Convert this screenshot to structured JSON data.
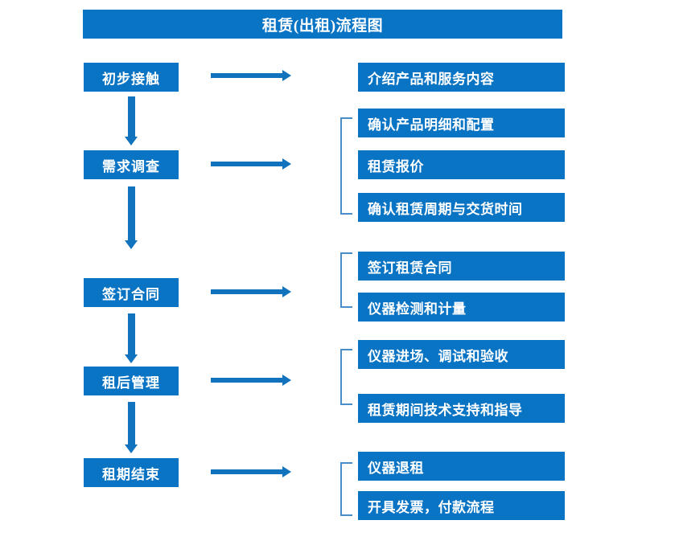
{
  "diagram": {
    "title": "租赁(出租)流程图",
    "accent_color": "#0a74c4",
    "arrow_color": "#1173bd",
    "bracket_color": "#4a8ec9",
    "title_text_color": "#ffffff",
    "stages": [
      {
        "id": "stage-1",
        "label": "初步接触",
        "tasks": [
          "介绍产品和服务内容"
        ],
        "bracketed": false
      },
      {
        "id": "stage-2",
        "label": "需求调查",
        "tasks": [
          "确认产品明细和配置",
          "租赁报价",
          "确认租赁周期与交货时间"
        ],
        "bracketed": true
      },
      {
        "id": "stage-3",
        "label": "签订合同",
        "tasks": [
          "签订租赁合同",
          "仪器检测和计量"
        ],
        "bracketed": true
      },
      {
        "id": "stage-4",
        "label": "租后管理",
        "tasks": [
          "仪器进场、调试和验收",
          "租赁期间技术支持和指导"
        ],
        "bracketed": true
      },
      {
        "id": "stage-5",
        "label": "租期结束",
        "tasks": [
          "仪器退租",
          "开具发票，付款流程"
        ],
        "bracketed": true
      }
    ],
    "flow_arrows": {
      "vertical_label": "down-arrow",
      "horizontal_label": "right-arrow"
    }
  }
}
